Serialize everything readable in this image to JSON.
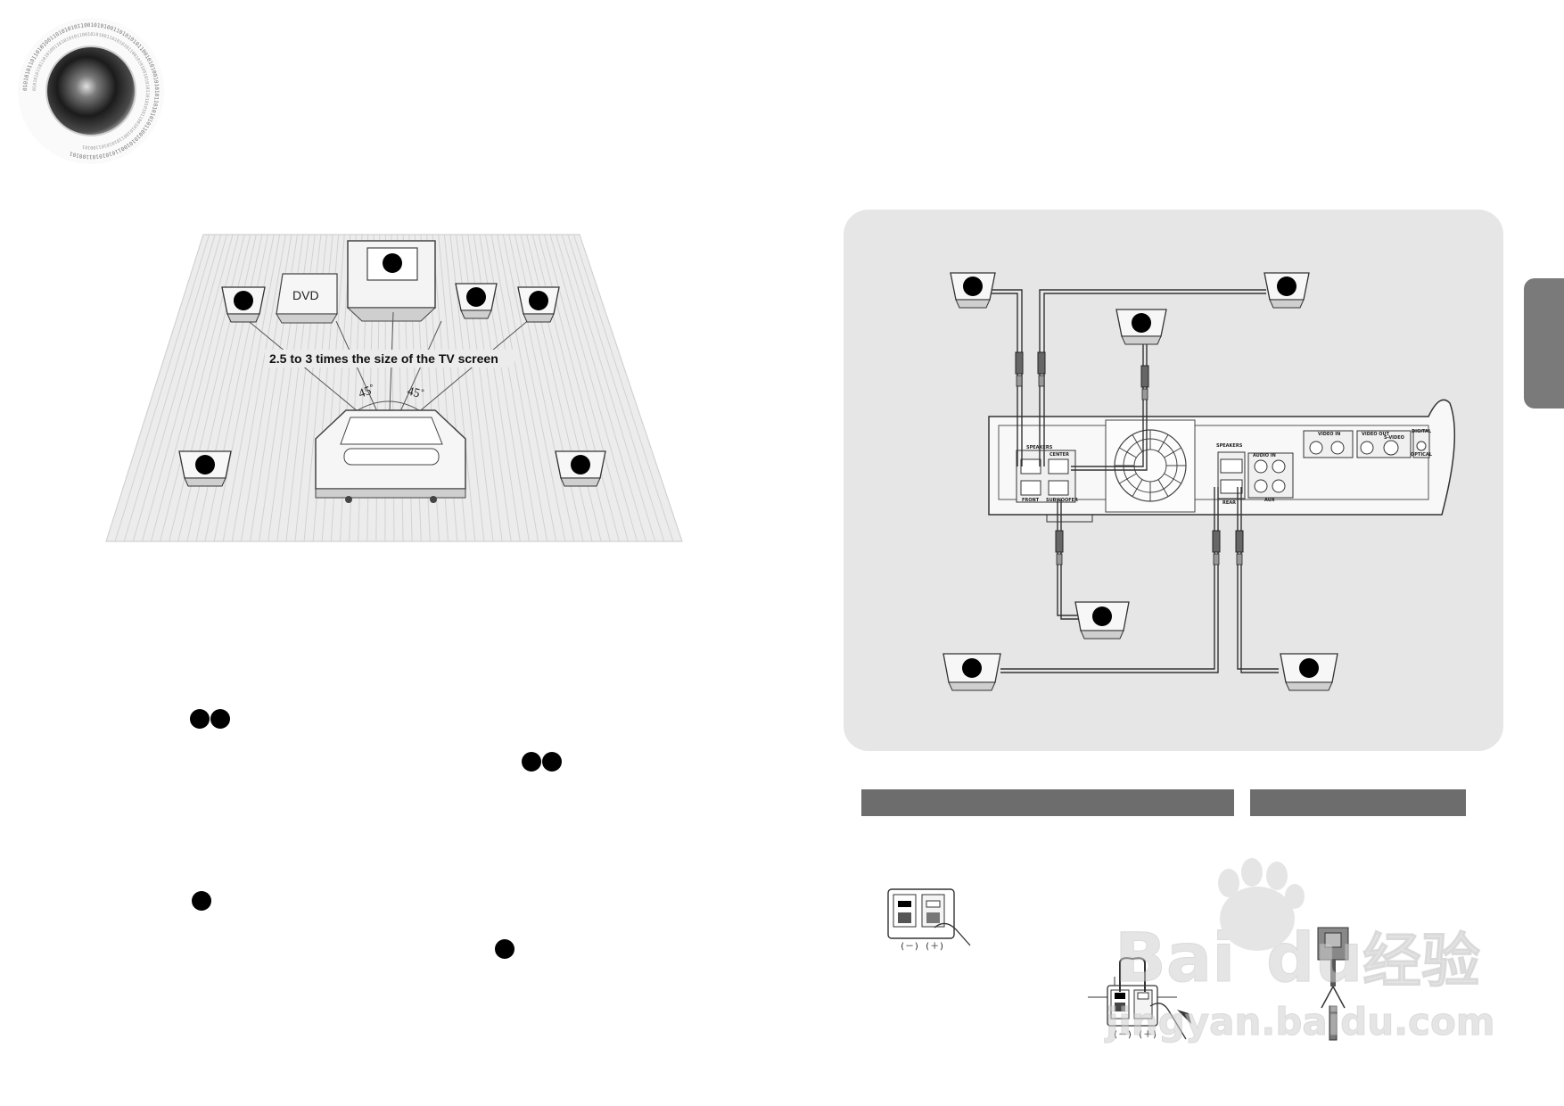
{
  "logo": {
    "icon": "speaker-cone-logo",
    "binary_ring_text": "0101010110110101001101010101100101010011010101011001010100101010110101010110010101001101010101100101"
  },
  "layout_diagram": {
    "cabinet_label": "DVD",
    "distance_caption": "2.5 to 3 times the size of the TV screen",
    "angle_left": "45˚",
    "angle_right": "45˚"
  },
  "terminal_diagram": {
    "terminals": {
      "speakers_left": "SPEAKERS",
      "front": "FRONT",
      "center": "CENTER",
      "subwoofer": "SUBWOOFER",
      "speakers_right": "SPEAKERS",
      "rear": "REAR",
      "audio_in": "AUDIO IN",
      "aux": "AUX",
      "video_in": "VIDEO IN",
      "video_out": "VIDEO OUT",
      "s_video": "S-VIDEO",
      "digital": "DIGITAL",
      "optical": "OPTICAL"
    }
  },
  "section_bars": {
    "left_label": "",
    "right_label": ""
  },
  "terminal_inset": {
    "minus_plus": "(－) (＋)"
  },
  "watermark": {
    "brand": "Bai",
    "brand2": "du",
    "cn": "经验",
    "url": "jingyan.baidu.com"
  },
  "colors": {
    "panel_bg": "#e6e6e6",
    "bar": "#6d6d6d",
    "tab": "#7a7a7a",
    "floor": "#ececec",
    "marker": "#000000"
  }
}
